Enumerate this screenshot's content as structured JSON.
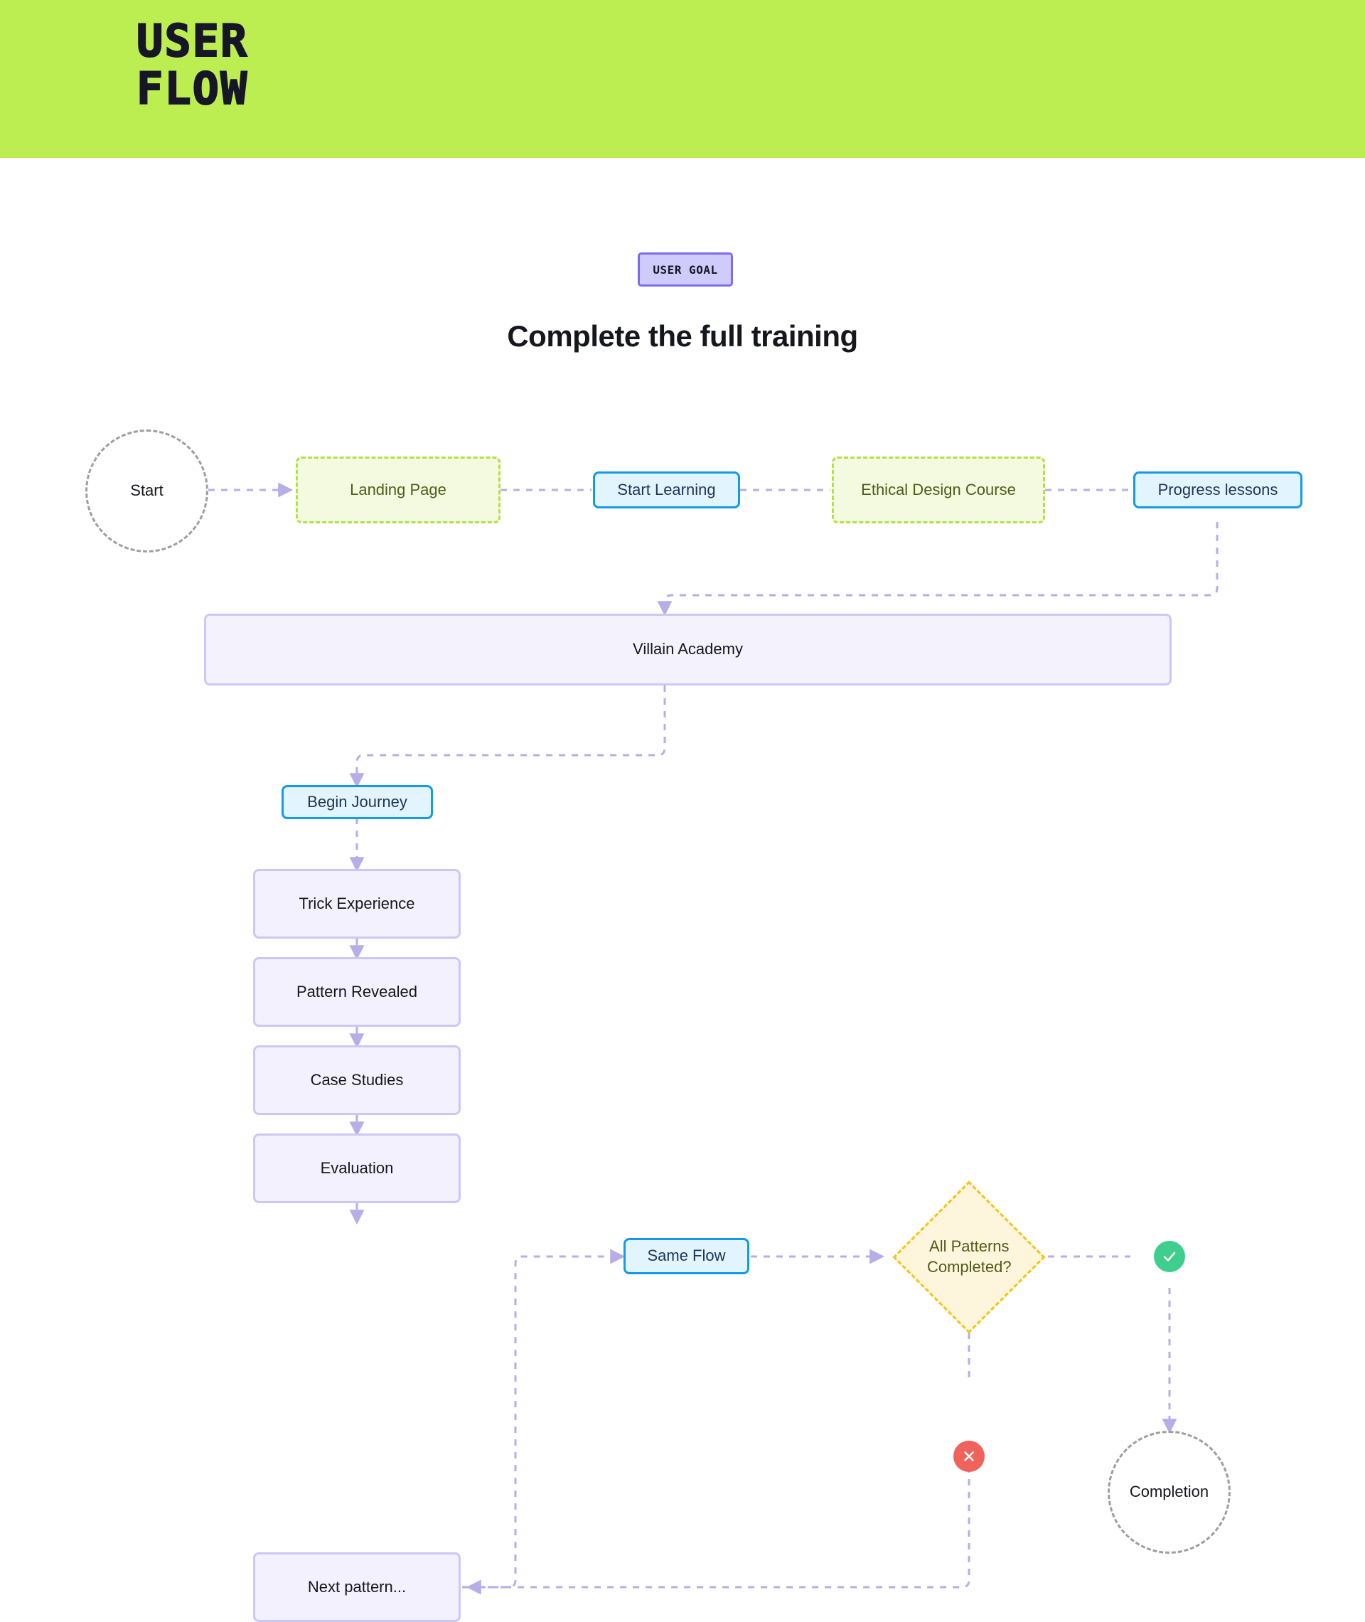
{
  "header": {
    "logo_line1": "USER",
    "logo_line2": "FLOW",
    "bg_color": "#bcee52",
    "ink_color": "#171627"
  },
  "goal": {
    "badge_label": "USER GOAL",
    "title": "Complete the full training",
    "badge_fill": "#cfcbfa",
    "badge_border": "#7a6df0"
  },
  "palette": {
    "screen_border": "#b2e046",
    "screen_fill": "#f3fadf",
    "action_border": "#149ae8",
    "action_fill": "#e2f4fd",
    "process_border": "#cdc7f7",
    "process_fill": "#f3f1fd",
    "decision_border": "#f2c516",
    "decision_fill": "#fdf6dc",
    "terminator_border": "#9e9e9e",
    "connector": "#b7aee8",
    "status_yes": "#3ecf8e",
    "status_no": "#f0635c"
  },
  "nodes": {
    "start": {
      "label": "Start",
      "type": "terminator"
    },
    "landing_page": {
      "label": "Landing Page",
      "type": "screen"
    },
    "start_learning": {
      "label": "Start Learning",
      "type": "action"
    },
    "ethical_design_course": {
      "label": "Ethical Design Course",
      "type": "screen"
    },
    "progress_lessons": {
      "label": "Progress lessons",
      "type": "action"
    },
    "villain_academy": {
      "label": "Villain Academy",
      "type": "group"
    },
    "begin_journey": {
      "label": "Begin Journey",
      "type": "action"
    },
    "trick_experience": {
      "label": "Trick Experience",
      "type": "process"
    },
    "pattern_revealed": {
      "label": "Pattern Revealed",
      "type": "process"
    },
    "case_studies": {
      "label": "Case Studies",
      "type": "process"
    },
    "evaluation": {
      "label": "Evaluation",
      "type": "process"
    },
    "next_pattern": {
      "label": "Next pattern...",
      "type": "process"
    },
    "same_flow": {
      "label": "Same Flow",
      "type": "action"
    },
    "all_patterns_completed": {
      "label": "All Patterns Completed?",
      "type": "decision"
    },
    "completion": {
      "label": "Completion",
      "type": "terminator"
    }
  },
  "status": {
    "yes_icon": "check-circle-icon",
    "no_icon": "x-circle-icon"
  }
}
